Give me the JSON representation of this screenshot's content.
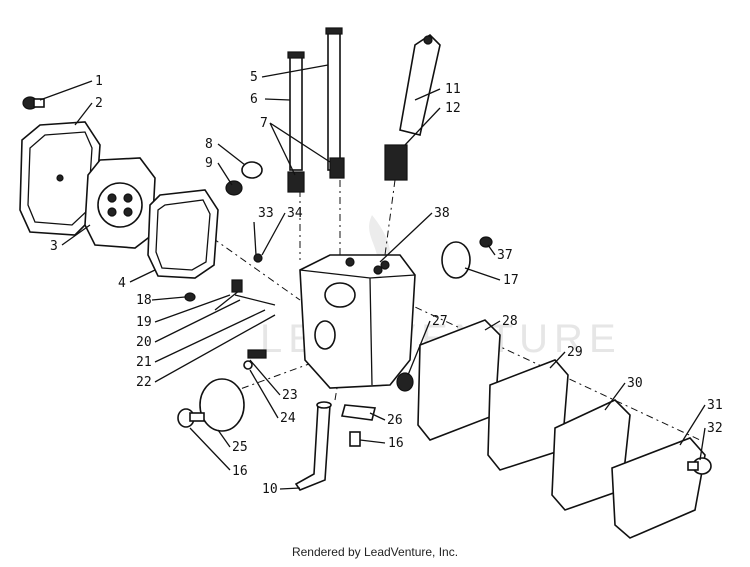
{
  "diagram": {
    "callouts": [
      "1",
      "2",
      "3",
      "4",
      "5",
      "6",
      "7",
      "8",
      "9",
      "10",
      "11",
      "12",
      "16",
      "16",
      "17",
      "18",
      "19",
      "20",
      "21",
      "22",
      "23",
      "24",
      "25",
      "26",
      "27",
      "28",
      "29",
      "30",
      "31",
      "32",
      "33",
      "34",
      "37",
      "38"
    ],
    "watermark": "LEADVENTURE"
  },
  "footer": {
    "text": "Rendered by LeadVenture, Inc."
  }
}
